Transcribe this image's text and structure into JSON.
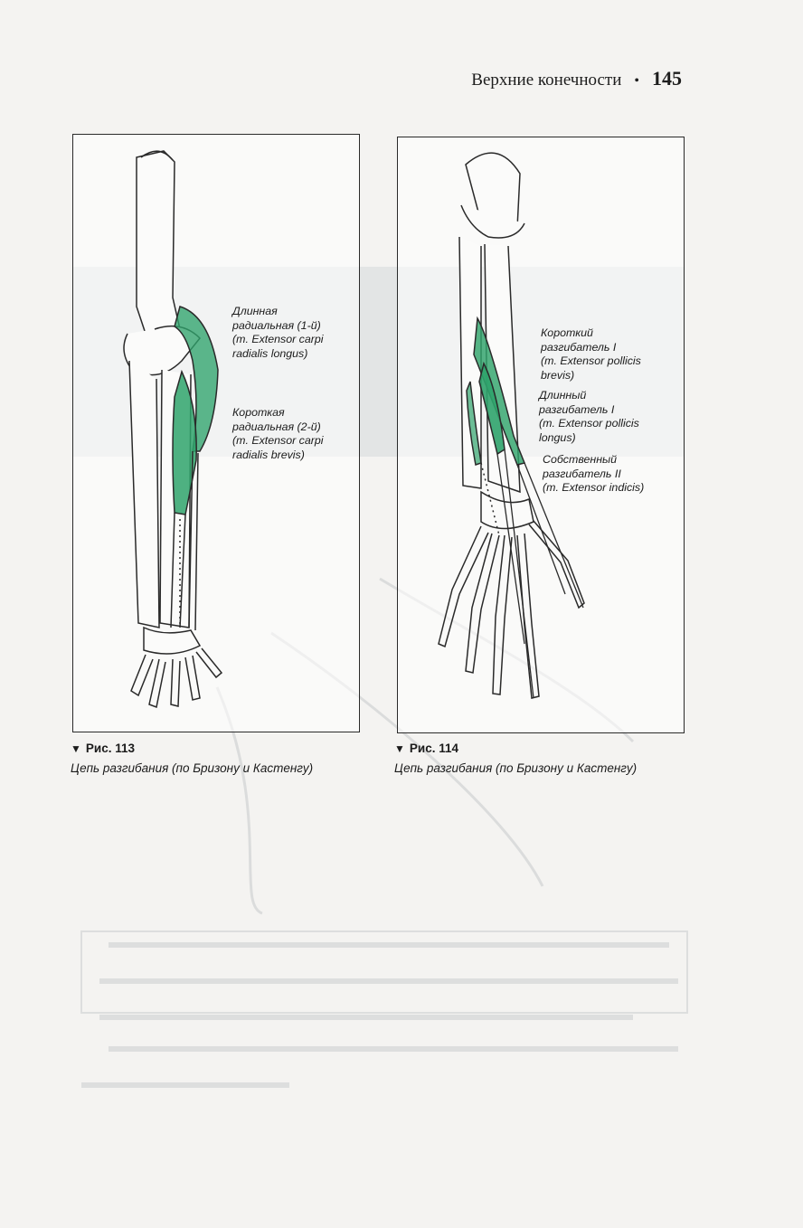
{
  "header": {
    "title": "Верхние конечности",
    "separator": "•",
    "page_number": "145"
  },
  "figures": [
    {
      "caption_number": "Рис. 113",
      "caption_text": "Цепь разгибания (по Бризону и Кастенгу)",
      "labels": [
        [
          "Длинная",
          "радиальная (1-й)",
          "(m. Extensor carpi",
          "radialis longus)"
        ],
        [
          "Короткая",
          "радиальная (2-й)",
          "(m. Extensor carpi",
          "radialis brevis)"
        ]
      ]
    },
    {
      "caption_number": "Рис. 114",
      "caption_text": "Цепь разгибания (по Бризону и Кастенгу)",
      "labels": [
        [
          "Короткий",
          "разгибатель I",
          "(m. Extensor pollicis",
          "brevis)"
        ],
        [
          "Длинный",
          "разгибатель I",
          "(m. Extensor pollicis",
          "longus)"
        ],
        [
          "Собственный",
          "разгибатель II",
          "(m. Extensor indicis)"
        ]
      ]
    }
  ],
  "colors": {
    "muscle": "#2fa36b",
    "ink": "#2a2a2a",
    "paper": "#f4f3f1"
  }
}
